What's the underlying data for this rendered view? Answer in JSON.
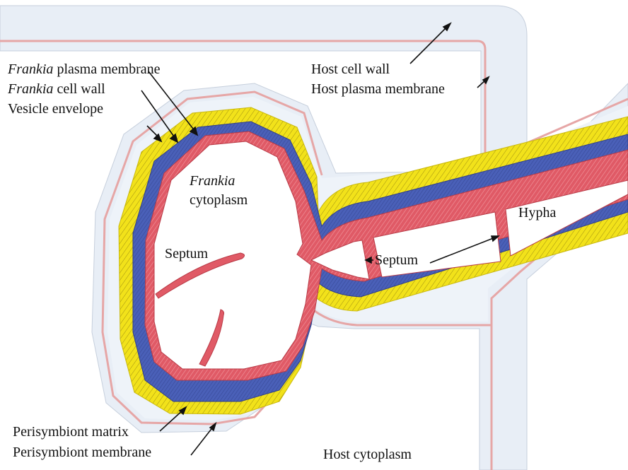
{
  "labels": {
    "frankia_plasma_membrane": {
      "italic": "Frankia",
      "rest": " plasma membrane"
    },
    "frankia_cell_wall": {
      "italic": "Frankia",
      "rest": " cell wall"
    },
    "vesicle_envelope": "Vesicle envelope",
    "frankia_cytoplasm": {
      "italic": "Frankia",
      "rest": "cytoplasm"
    },
    "septum_left": "Septum",
    "septum_right": "Septum",
    "hypha": "Hypha",
    "host_cell_wall": "Host cell wall",
    "host_plasma_membrane": "Host plasma membrane",
    "perisymbiont_matrix": "Perisymbiont matrix",
    "perisymbiont_membrane": "Perisymbiont membrane",
    "host_cytoplasm": "Host cytoplasm"
  },
  "colors": {
    "host_wall": "#e8eef6",
    "host_membrane": "#e6a6a6",
    "vesicle_envelope": "#f2e21a",
    "frankia_wall": "#4a60b8",
    "frankia_membrane": "#e05a66",
    "cytoplasm": "#ffffff"
  }
}
